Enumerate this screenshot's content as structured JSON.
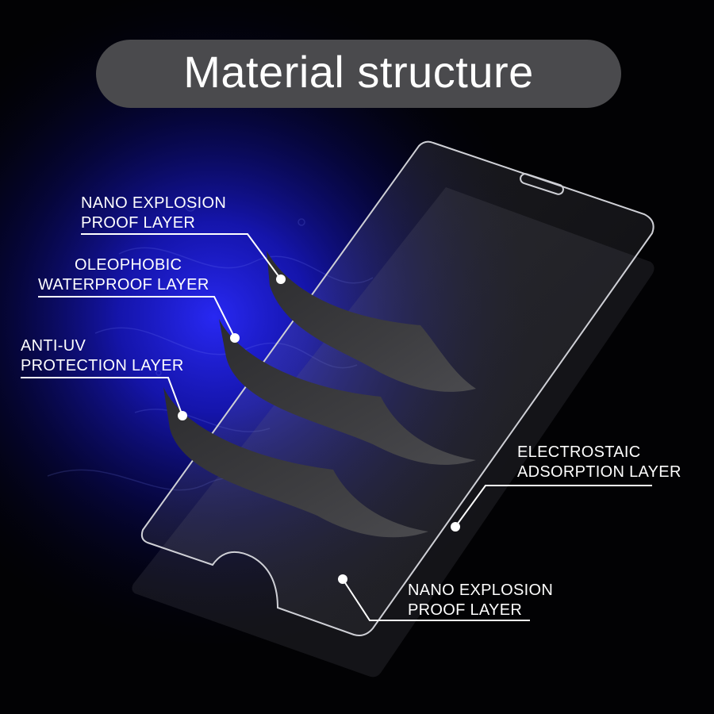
{
  "title": "Material structure",
  "labels": {
    "nano_top": {
      "line1": "NANO EXPLOSION",
      "line2": "PROOF LAYER"
    },
    "oleophobic": {
      "line1": "OLEOPHOBIC",
      "line2": "WATERPROOF LAYER"
    },
    "anti_uv": {
      "line1": "ANTI-UV",
      "line2": "PROTECTION LAYER"
    },
    "electrostatic": {
      "line1": "ELECTROSTAIC",
      "line2": "ADSORPTION LAYER"
    },
    "nano_bottom": {
      "line1": "NANO EXPLOSION",
      "line2": "PROOF LAYER"
    }
  },
  "colors": {
    "background": "#020204",
    "glow": "#1a1ad8",
    "title_pill": "#4a4a4d",
    "text": "#ffffff",
    "film": "#3a3a3c",
    "glass_outline": "#cfd0d6"
  }
}
